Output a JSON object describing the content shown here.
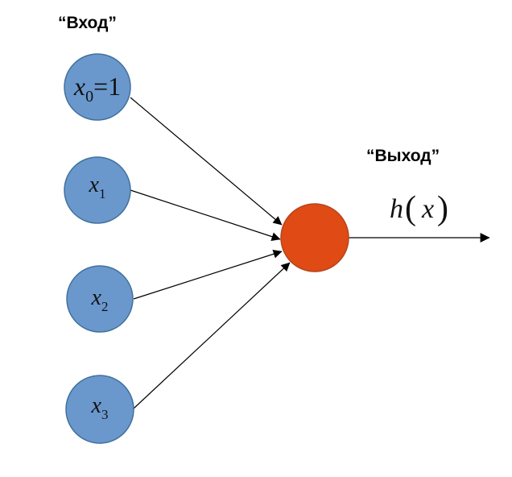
{
  "input_heading": "“Вход”",
  "output_heading": "“Выход”",
  "inputs": [
    {
      "var": "x",
      "sub": "0",
      "suffix": "=1"
    },
    {
      "var": "x",
      "sub": "1",
      "suffix": ""
    },
    {
      "var": "x",
      "sub": "2",
      "suffix": ""
    },
    {
      "var": "x",
      "sub": "3",
      "suffix": ""
    }
  ],
  "output_formula": {
    "func": "h",
    "open": "(",
    "arg": "x",
    "close": ")"
  },
  "colors": {
    "input_node_fill": "#6a98cd",
    "output_node_fill": "#e04a14",
    "edge": "#000000"
  }
}
